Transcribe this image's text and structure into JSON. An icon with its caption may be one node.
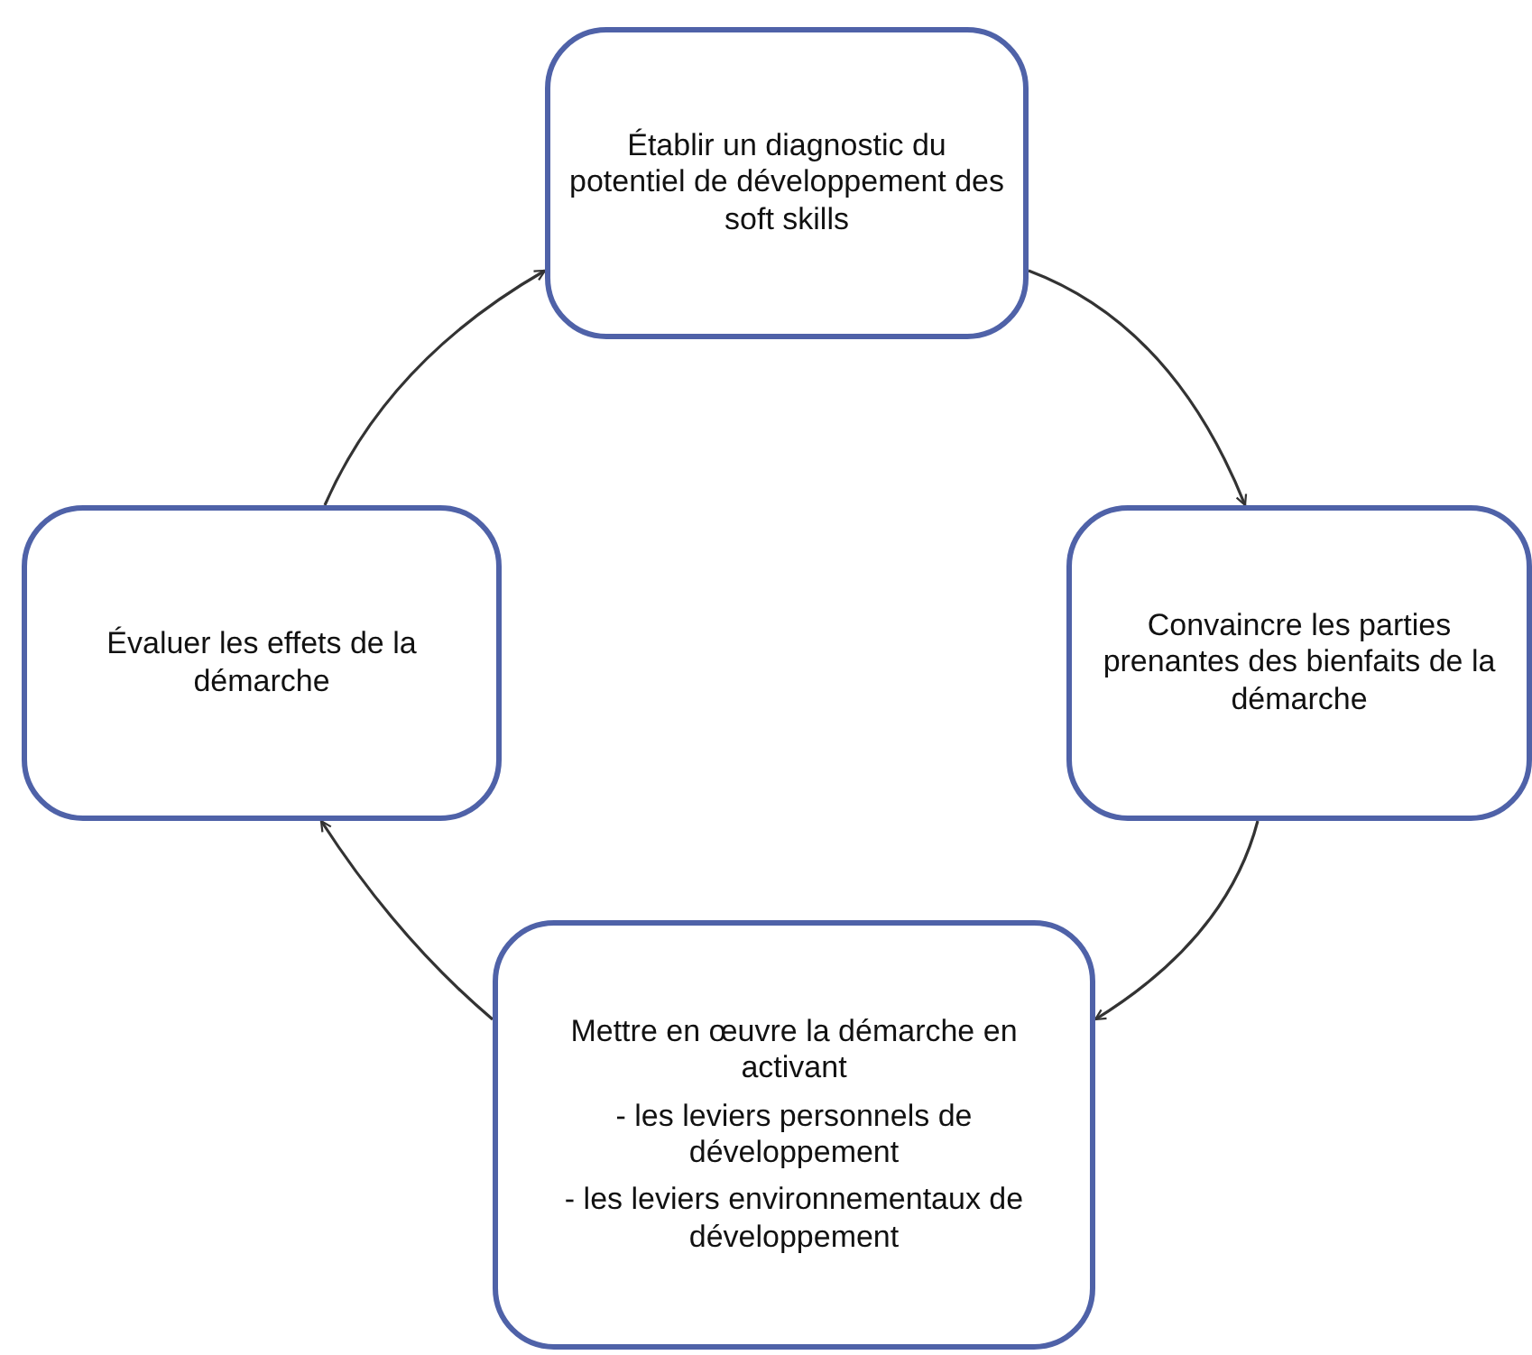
{
  "diagram": {
    "nodes": [
      {
        "text": [
          "Établir un diagnostic du potentiel de développement des soft skills"
        ]
      },
      {
        "text": [
          "Convaincre les parties prenantes des bienfaits de la démarche"
        ]
      },
      {
        "text": [
          "Mettre en œuvre la démarche en activant",
          "- les leviers personnels de développement",
          "- les leviers environnementaux de développement"
        ]
      },
      {
        "text": [
          "Évaluer les effets de la démarche"
        ]
      }
    ],
    "edges": [
      {
        "from": 0,
        "to": 1,
        "arrow": "to"
      },
      {
        "from": 1,
        "to": 2,
        "arrow": "to"
      },
      {
        "from": 2,
        "to": 3,
        "arrow": "to"
      },
      {
        "from": 3,
        "to": 0,
        "arrow": "to"
      }
    ]
  }
}
